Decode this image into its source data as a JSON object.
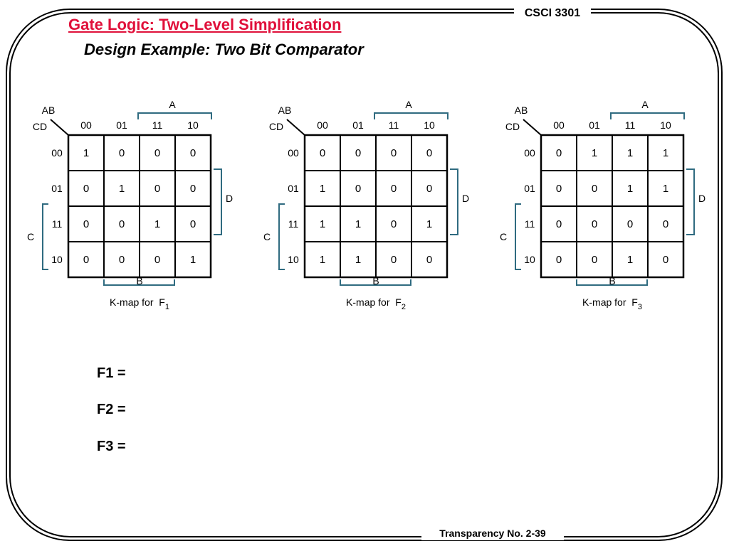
{
  "header": {
    "title": "Gate Logic: Two-Level Simplification",
    "subtitle": "Design Example: Two Bit Comparator",
    "course": "CSCI 3301"
  },
  "footer": {
    "text": "Transparency No. 2-39"
  },
  "kmap_common": {
    "corner_top": "AB",
    "corner_left": "CD",
    "col_codes": [
      "00",
      "01",
      "11",
      "10"
    ],
    "row_codes": [
      "00",
      "01",
      "11",
      "10"
    ],
    "label_a": "A",
    "label_b": "B",
    "label_c": "C",
    "label_d": "D",
    "caption_prefix": "K-map for",
    "caption_letter": "F"
  },
  "kmaps": [
    {
      "subscript": "1",
      "cells": [
        [
          "1",
          "0",
          "0",
          "0"
        ],
        [
          "0",
          "1",
          "0",
          "0"
        ],
        [
          "0",
          "0",
          "1",
          "0"
        ],
        [
          "0",
          "0",
          "0",
          "1"
        ]
      ]
    },
    {
      "subscript": "2",
      "cells": [
        [
          "0",
          "0",
          "0",
          "0"
        ],
        [
          "1",
          "0",
          "0",
          "0"
        ],
        [
          "1",
          "1",
          "0",
          "1"
        ],
        [
          "1",
          "1",
          "0",
          "0"
        ]
      ]
    },
    {
      "subscript": "3",
      "cells": [
        [
          "0",
          "1",
          "1",
          "1"
        ],
        [
          "0",
          "0",
          "1",
          "1"
        ],
        [
          "0",
          "0",
          "0",
          "0"
        ],
        [
          "0",
          "0",
          "1",
          "0"
        ]
      ]
    }
  ],
  "equations": [
    {
      "label": "F1 ="
    },
    {
      "label": "F2 ="
    },
    {
      "label": "F3 ="
    }
  ]
}
